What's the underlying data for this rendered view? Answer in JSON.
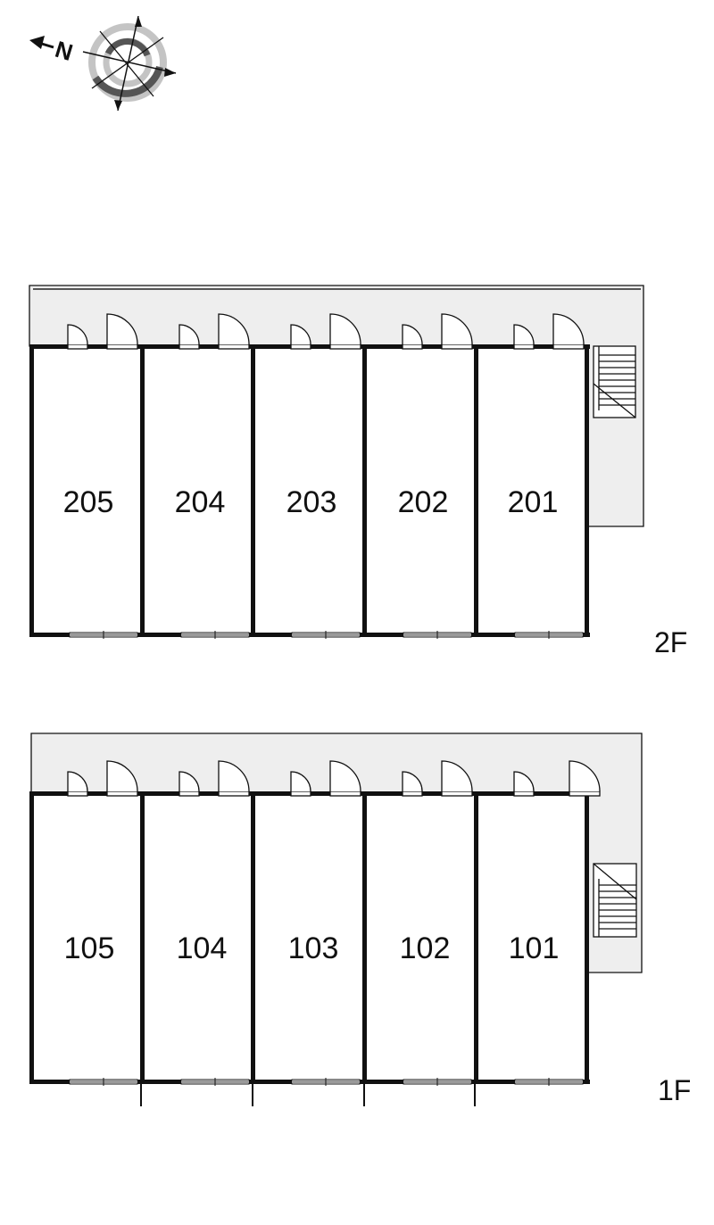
{
  "compass": {
    "letter": "N",
    "icon": "compass-rose-icon"
  },
  "floors": [
    {
      "label": "2F",
      "units": [
        "205",
        "204",
        "203",
        "202",
        "201"
      ]
    },
    {
      "label": "1F",
      "units": [
        "105",
        "104",
        "103",
        "102",
        "101"
      ]
    }
  ],
  "colors": {
    "corridor": "#eeeeee",
    "wall": "#111111",
    "window": "#9a9a9a"
  }
}
